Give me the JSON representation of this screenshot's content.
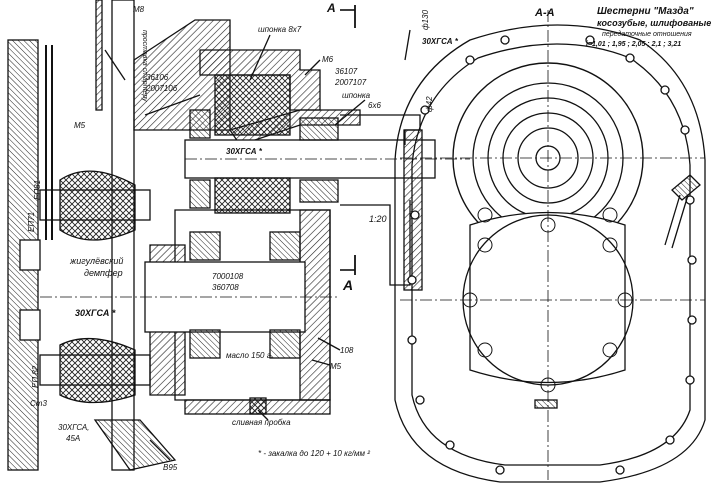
{
  "section_marker": {
    "top": "A",
    "bottom": "A"
  },
  "section_title": "А-А",
  "header": {
    "line1": "Шестерни \"Мазда\"",
    "line2": "косозубые, шлифованые",
    "line3": "передаточные отношения",
    "line4": "i=1,01 ; 1,95 ; 2,05 ; 2,1 ; 3,21"
  },
  "labels": {
    "m8": "М8",
    "to_starter": "проставка стартеру",
    "bearing1": "36106",
    "bearing1b": "2007106",
    "key1": "шпонка 8х7",
    "m6": "М6",
    "bearing2": "36107",
    "bearing2b": "2007107",
    "key2": "шпонка",
    "key2b": "6х6",
    "m5_left": "М5",
    "steel_upper": "30ХГСА *",
    "steel_top": "30ХГСА *",
    "dia130": "ф130",
    "phi_small": "ф42",
    "ratio": "1:20",
    "ep71": "ЕП71",
    "ep81": "ЕП81",
    "damper1": "жигулёвский",
    "damper2": "демпфер",
    "bearing3": "7000108",
    "bearing3b": "360708",
    "steel_left": "30ХГСА *",
    "oil": "масло 150 г.",
    "num108": "108",
    "m5_right": "М5",
    "ep82": "ЕП 82",
    "st3": "Ст3",
    "steel_bottom": "30ХГСА,",
    "steel_bottom2": "45А",
    "drain": "сливная пробка",
    "b95": "В95",
    "footnote": "* - закалка до 120 + 10 кг/мм ²"
  },
  "colors": {
    "line": "#111111",
    "hatch": "#222222",
    "paper": "#ffffff"
  }
}
